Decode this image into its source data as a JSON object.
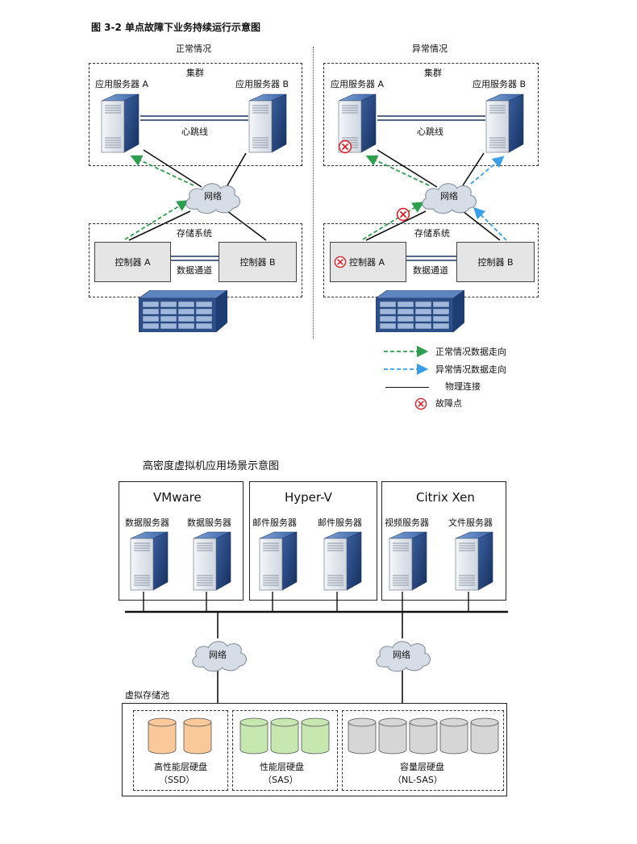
{
  "figure1": {
    "title": "图 3-2 单点故障下业务持续运行示意图",
    "normal_heading": "正常情况",
    "abnormal_heading": "异常情况",
    "cluster_label": "集群",
    "server_a": "应用服务器 A",
    "server_b": "应用服务器 B",
    "heartbeat": "心跳线",
    "network": "网络",
    "storage_label": "存储系统",
    "controller_a": "控制器 A",
    "controller_b": "控制器 B",
    "data_channel": "数据通道",
    "legend": {
      "normal_flow": "正常情况数据走向",
      "abnormal_flow": "异常情况数据走向",
      "physical": "物理连接",
      "fault": "故障点"
    },
    "colors": {
      "normal_flow": "#2e9e4f",
      "abnormal_flow": "#3a9ee8",
      "fault": "#d8232a"
    }
  },
  "figure2": {
    "title": "高密度虚拟机应用场景示意图",
    "groups": [
      {
        "name": "VMware",
        "servers": [
          "数据服务器",
          "数据服务器"
        ]
      },
      {
        "name": "Hyper-V",
        "servers": [
          "邮件服务器",
          "邮件服务器"
        ]
      },
      {
        "name": "Citrix Xen",
        "servers": [
          "视频服务器",
          "文件服务器"
        ]
      }
    ],
    "network": "网络",
    "pool_label": "虚拟存储池",
    "tiers": [
      {
        "name": "高性能层硬盘",
        "type": "（SSD）",
        "disks": 2,
        "color": "#f9c99a"
      },
      {
        "name": "性能层硬盘",
        "type": "（SAS）",
        "disks": 3,
        "color": "#c6e7b0"
      },
      {
        "name": "容量层硬盘",
        "type": "（NL-SAS）",
        "disks": 5,
        "color": "#d6d6d6"
      }
    ]
  }
}
